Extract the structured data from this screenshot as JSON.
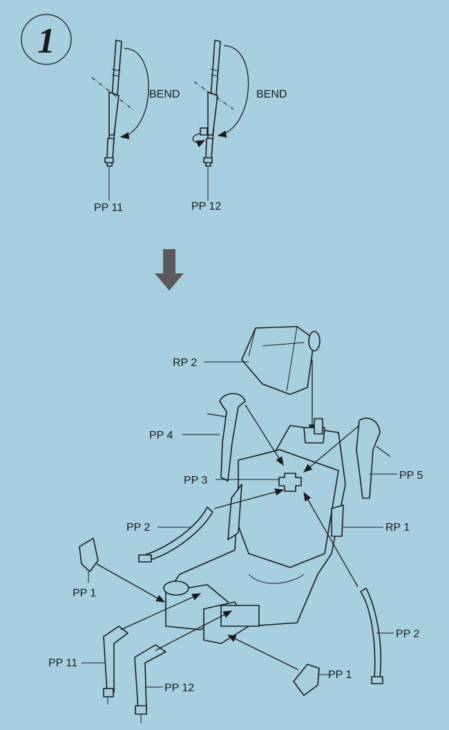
{
  "step": {
    "number": "1"
  },
  "top": {
    "bend_left": "BEND",
    "bend_right": "BEND",
    "part_left": "PP 11",
    "part_right": "PP 12"
  },
  "assembly": {
    "rp2": "RP 2",
    "pp4": "PP 4",
    "pp3": "PP 3",
    "pp5": "PP 5",
    "pp2_left": "PP 2",
    "rp1": "RP 1",
    "pp1_left": "PP 1",
    "pp11": "PP 11",
    "pp12": "PP 12",
    "pp2_right": "PP 2",
    "pp1_right": "PP 1"
  },
  "colors": {
    "background": "#a8cfe0",
    "ink": "#1a1a1a",
    "arrow": "#5a5a5a"
  }
}
